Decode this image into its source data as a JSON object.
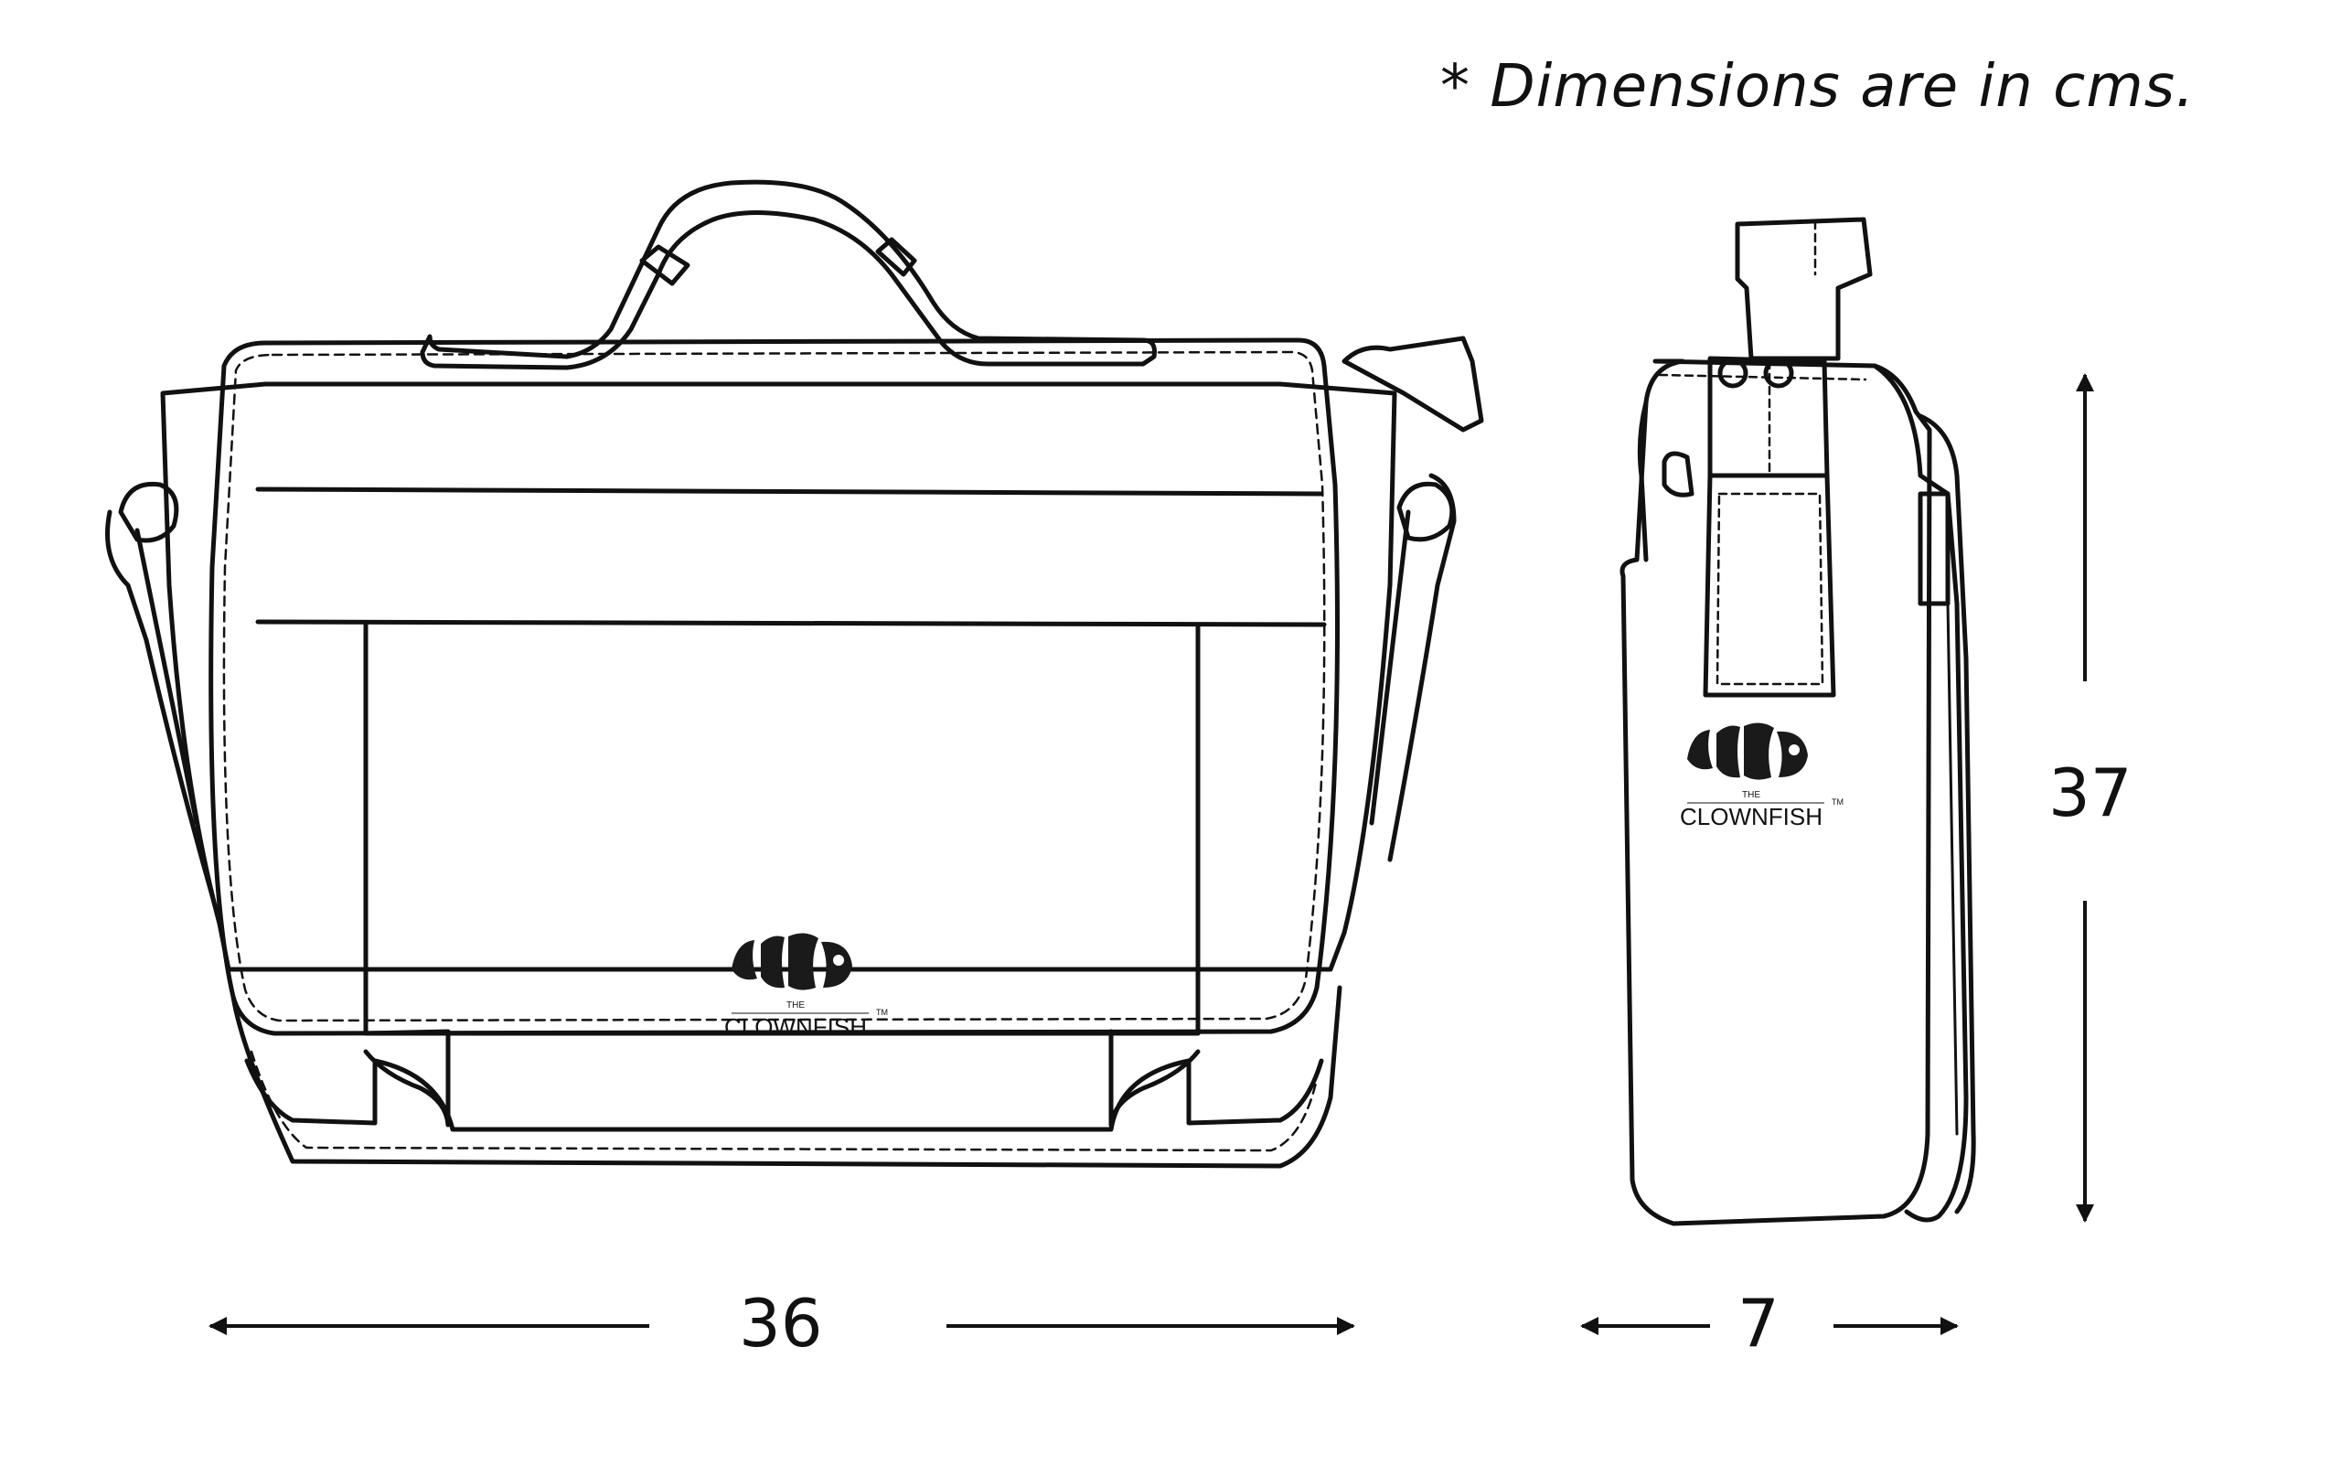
{
  "note": "* Dimensions are in cms.",
  "dimensions": {
    "width": "36",
    "depth": "7",
    "height": "37"
  },
  "logo": {
    "small_text": "THE",
    "brand": "CLOWNFISH",
    "trademark": "TM"
  },
  "colors": {
    "line": "#111111",
    "background": "#ffffff"
  }
}
